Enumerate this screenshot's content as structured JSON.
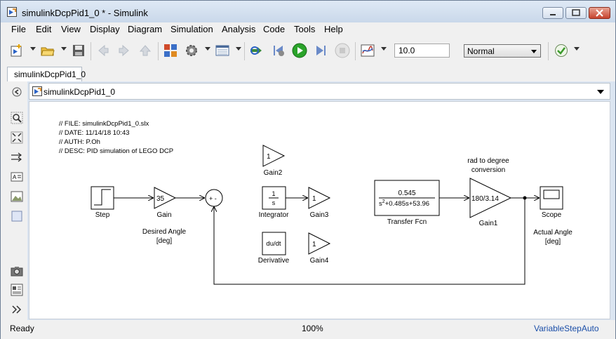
{
  "window": {
    "title": "simulinkDcpPid1_0 * - Simulink"
  },
  "menu": [
    "File",
    "Edit",
    "View",
    "Display",
    "Diagram",
    "Simulation",
    "Analysis",
    "Code",
    "Tools",
    "Help"
  ],
  "toolbar": {
    "stop_time": "10.0",
    "sim_mode": "Normal",
    "icons": [
      "new-model-icon",
      "open-folder-icon",
      "save-icon",
      "back-arrow-icon",
      "forward-arrow-icon",
      "up-arrow-icon",
      "library-browser-icon",
      "model-config-gear-icon",
      "model-explorer-icon",
      "update-diagram-icon",
      "step-back-icon",
      "run-icon",
      "step-forward-icon",
      "stop-icon",
      "data-inspector-icon",
      "model-advisor-check-icon"
    ]
  },
  "tab": {
    "label": "simulinkDcpPid1_0"
  },
  "explorer_bar": {
    "label": "simulinkDcpPid1_0"
  },
  "diagram": {
    "notes": [
      "// FILE: simulinkDcpPid1_0.slx",
      "// DATE: 11/14/18 10:43",
      "// AUTH: P.Oh",
      "// DESC: PID simulation of LEGO DCP"
    ],
    "blocks": {
      "step": {
        "name": "Step"
      },
      "gain": {
        "name": "Gain",
        "value": "35"
      },
      "sum": {
        "signs": "+ -"
      },
      "gain2": {
        "name": "Gain2",
        "value": "1"
      },
      "integrator": {
        "name": "Integrator",
        "num": "1",
        "den": "s"
      },
      "gain3": {
        "name": "Gain3",
        "value": "1"
      },
      "derivative": {
        "name": "Derivative",
        "value": "du/dt"
      },
      "gain4": {
        "name": "Gain4",
        "value": "1"
      },
      "tf": {
        "name": "Transfer Fcn",
        "num": "0.545",
        "den_a": "s",
        "den_exp": "2",
        "den_b": "+0.485s+53.96"
      },
      "gain1": {
        "name": "Gain1",
        "value": "180/3.14"
      },
      "scope": {
        "name": "Scope"
      }
    },
    "annotations": {
      "desired_l1": "Desired Angle",
      "desired_l2": "[deg]",
      "rad_l1": "rad to degree",
      "rad_l2": "conversion",
      "actual_l1": "Actual Angle",
      "actual_l2": "[deg]"
    }
  },
  "status": {
    "left": "Ready",
    "zoom": "100%",
    "solver": "VariableStepAuto"
  },
  "colors": {
    "solver_link": "#1a4ea8",
    "run_green": "#2aa32a"
  }
}
